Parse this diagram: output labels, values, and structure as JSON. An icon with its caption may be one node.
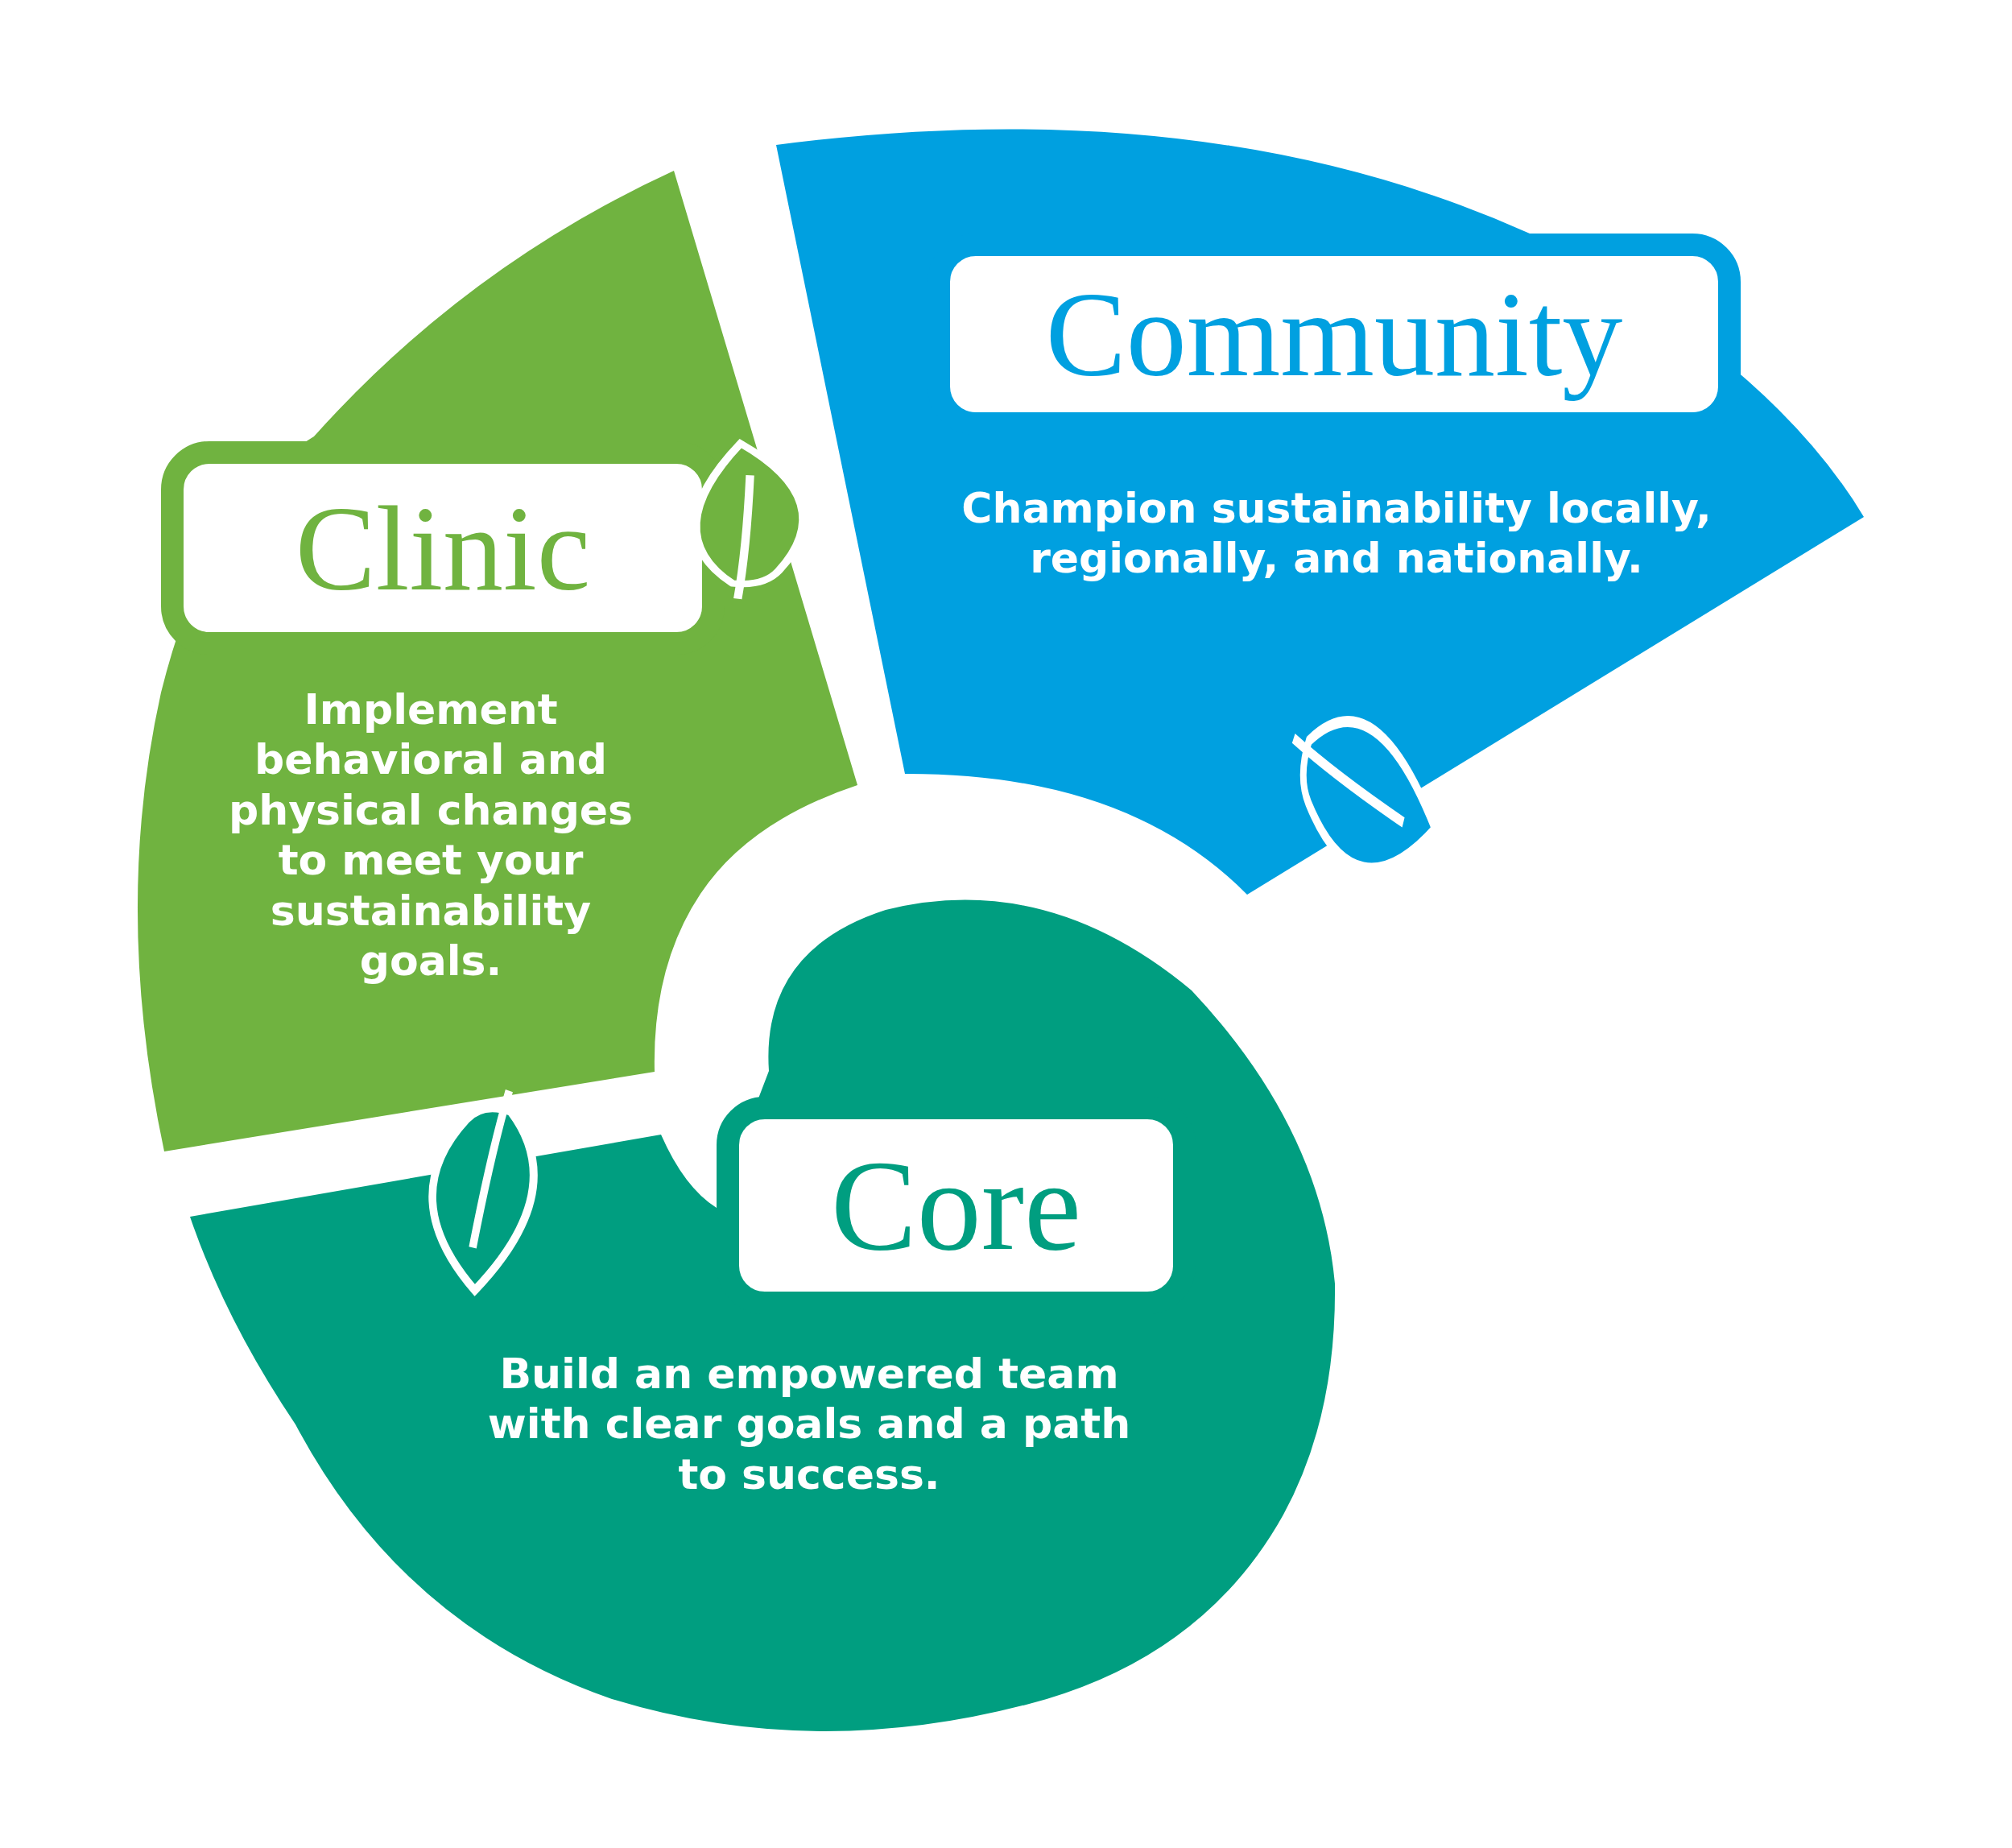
{
  "diagram": {
    "nodes": [
      {
        "text": [
          "Clinic",
          "Implement behavioral and physical changes to meet your sustainability goals."
        ]
      },
      {
        "text": [
          "Community",
          "Champion sustainability locally, regionally, and nationally."
        ]
      },
      {
        "text": [
          "Core",
          "Build an empowered team with clear goals and a path to success."
        ]
      }
    ]
  }
}
